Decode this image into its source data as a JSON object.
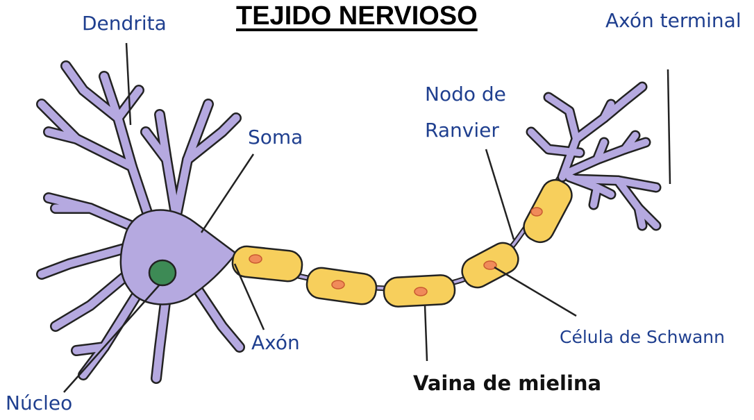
{
  "title": "TEJIDO NERVIOSO",
  "labels": {
    "dendrita": "Dendrita",
    "soma": "Soma",
    "nucleo": "Núcleo",
    "axon": "Axón",
    "nodo_line1": "Nodo de",
    "nodo_line2": "Ranvier",
    "axon_terminal": "Axón terminal",
    "celula_schwann": "Célula de Schwann",
    "vaina": "Vaina de mielina"
  },
  "colors": {
    "neuron_fill": "#b5a9e0",
    "neuron_stroke": "#222222",
    "myelin_fill": "#f7cf5c",
    "nucleus_fill": "#3d8a55",
    "schwann_nucleus": "#f08b5a",
    "label_blue": "#1f3f8f"
  }
}
